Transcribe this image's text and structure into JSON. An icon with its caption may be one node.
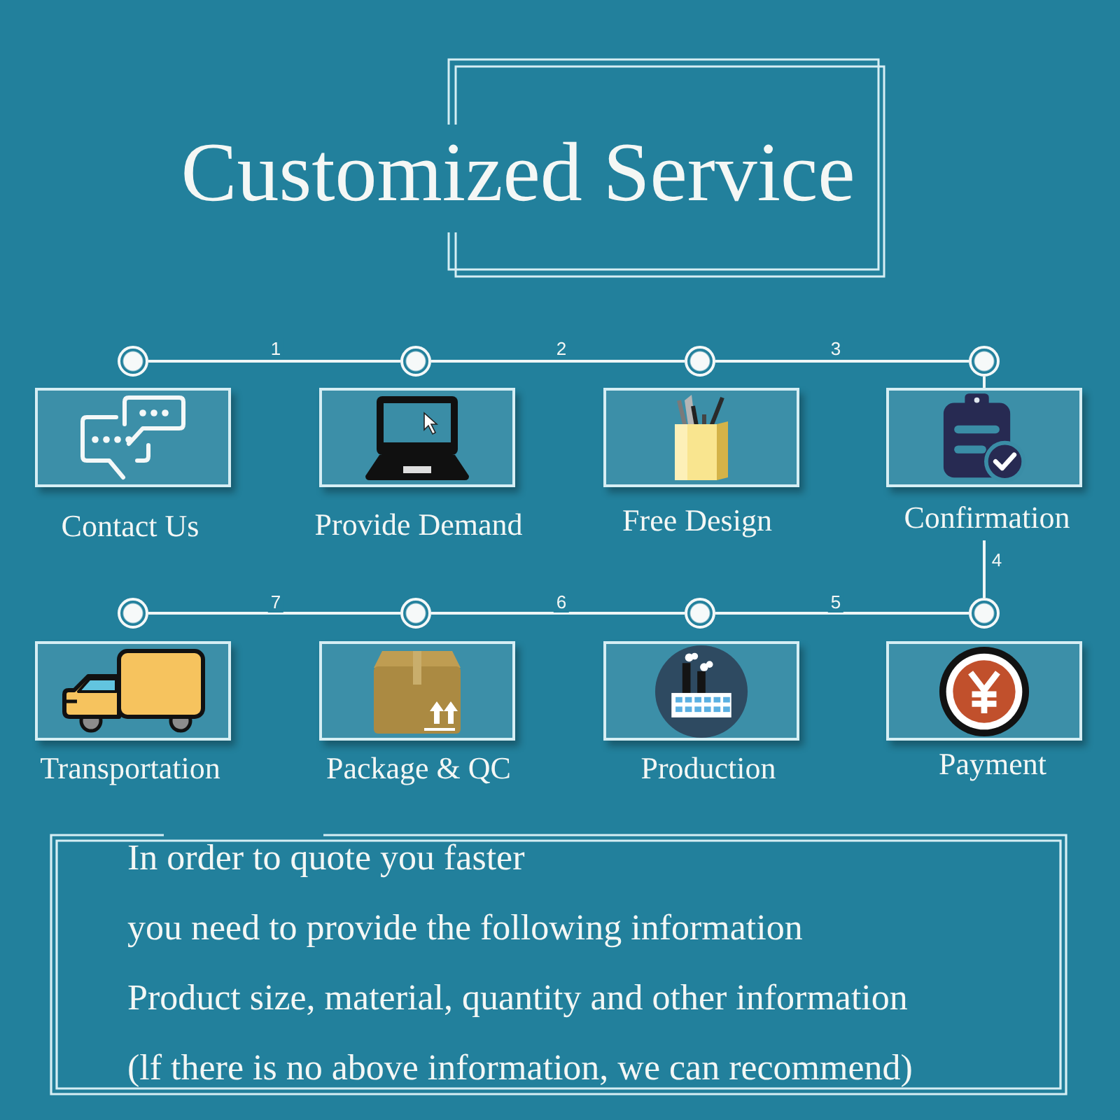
{
  "diagram": {
    "title": "Customized Service",
    "nodes": [
      {
        "text": [],
        "shape": "circle"
      },
      {
        "text": [],
        "shape": "circle"
      },
      {
        "text": [],
        "shape": "circle"
      },
      {
        "text": [],
        "shape": "circle"
      },
      {
        "text": [
          "Contact Us"
        ]
      },
      {
        "text": [
          "Provide Demand"
        ]
      },
      {
        "text": [
          "Free Design"
        ]
      },
      {
        "text": [
          "Confirmation"
        ]
      },
      {
        "text": [],
        "shape": "circle"
      },
      {
        "text": [],
        "shape": "circle"
      },
      {
        "text": [],
        "shape": "circle"
      },
      {
        "text": [],
        "shape": "circle"
      },
      {
        "text": [
          "Transportation"
        ]
      },
      {
        "text": [
          "Package & QC"
        ]
      },
      {
        "text": [
          "Production"
        ]
      },
      {
        "text": [
          "Payment"
        ]
      },
      {
        "text": [
          "In order to quote you faster",
          "you need to provide the following information",
          "Product size, material, quantity and other information",
          "(lf there is no above information, we can recommend)"
        ]
      }
    ],
    "edges": [
      {
        "from": 0,
        "to": 1,
        "arrow": "none",
        "label": "1"
      },
      {
        "from": 1,
        "to": 2,
        "arrow": "none",
        "label": "2"
      },
      {
        "from": 2,
        "to": 3,
        "arrow": "none",
        "label": "3"
      },
      {
        "from": 3,
        "to": 7,
        "arrow": "none"
      },
      {
        "from": 7,
        "to": 11,
        "arrow": "none",
        "label": "4"
      },
      {
        "from": 11,
        "to": 10,
        "arrow": "none",
        "label": "5"
      },
      {
        "from": 10,
        "to": 9,
        "arrow": "none",
        "label": "6"
      },
      {
        "from": 9,
        "to": 8,
        "arrow": "none",
        "label": "7"
      }
    ]
  }
}
